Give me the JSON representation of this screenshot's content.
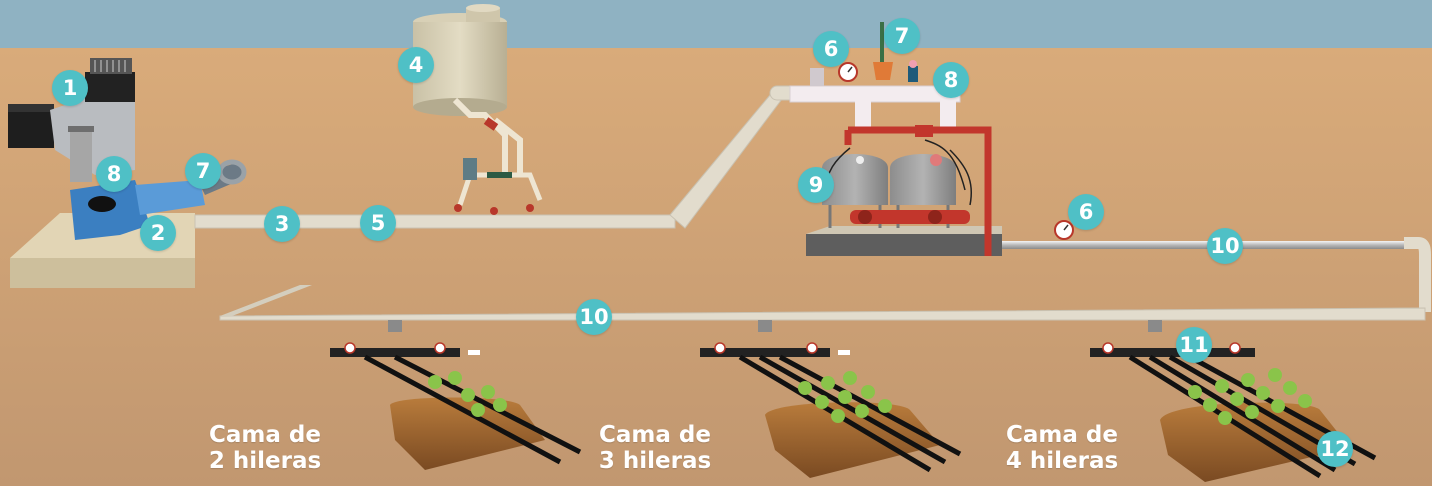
{
  "colors": {
    "sky": "#8fb2c2",
    "ground_top": "#d9ab7a",
    "ground_bottom": "#c19770",
    "pipe": "#e2dccd",
    "badge": "#4fc0c6",
    "red_pipe": "#c2362c",
    "pump_blue": "#3b7fc1"
  },
  "badges": [
    {
      "number": "1",
      "icon": "engine"
    },
    {
      "number": "2",
      "icon": "pump"
    },
    {
      "number": "3",
      "icon": "main-pipe"
    },
    {
      "number": "4",
      "icon": "fertilizer-tank"
    },
    {
      "number": "5",
      "icon": "main-pipe"
    },
    {
      "number": "6",
      "icon": "pressure-gauge"
    },
    {
      "number": "7",
      "icon": "air-valve"
    },
    {
      "number": "8",
      "icon": "valve"
    },
    {
      "number": "9",
      "icon": "sand-filters"
    },
    {
      "number": "6",
      "icon": "pressure-gauge"
    },
    {
      "number": "10",
      "icon": "distribution-pipe"
    },
    {
      "number": "10",
      "icon": "distribution-pipe"
    },
    {
      "number": "11",
      "icon": "lateral-valve"
    },
    {
      "number": "12",
      "icon": "drip-tape"
    },
    {
      "number": "8",
      "icon": "valve"
    },
    {
      "number": "7",
      "icon": "air-valve"
    }
  ],
  "beds": [
    {
      "line1": "Cama de",
      "line2": "2 hileras",
      "rows": 2
    },
    {
      "line1": "Cama de",
      "line2": "3 hileras",
      "rows": 3
    },
    {
      "line1": "Cama de",
      "line2": "4 hileras",
      "rows": 4
    }
  ]
}
